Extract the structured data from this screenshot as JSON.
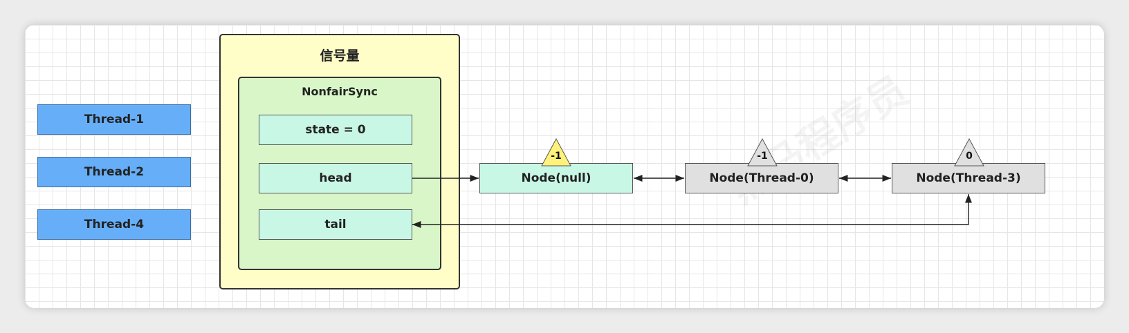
{
  "diagram": {
    "semaphore_title": "信号量",
    "sync_title": "NonfairSync",
    "fields": {
      "state": "state = 0",
      "head": "head",
      "tail": "tail"
    },
    "threads": [
      "Thread-1",
      "Thread-2",
      "Thread-4"
    ],
    "nodes": [
      {
        "label": "Node(null)",
        "status": "-1",
        "color": "#c9f7e6",
        "marker_color": "#fff27a"
      },
      {
        "label": "Node(Thread-0)",
        "status": "-1",
        "color": "#e0e0e0",
        "marker_color": "#e0e0e0"
      },
      {
        "label": "Node(Thread-3)",
        "status": "0",
        "color": "#e0e0e0",
        "marker_color": "#e0e0e0"
      }
    ],
    "watermark": "黑马程序员"
  }
}
